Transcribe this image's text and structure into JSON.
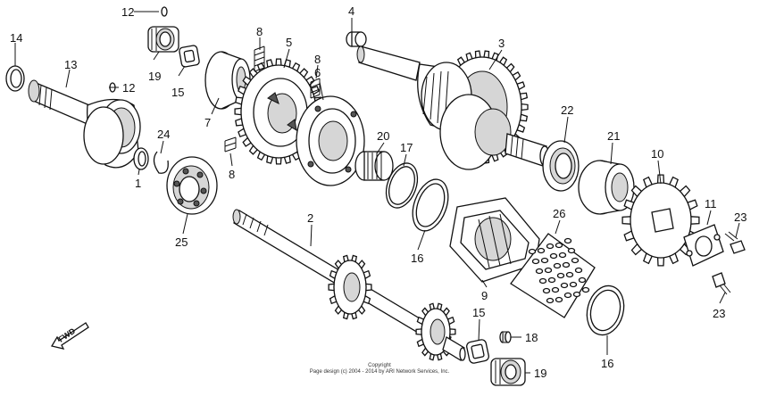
{
  "callouts": {
    "p1": "1",
    "p2": "2",
    "p3": "3",
    "p4": "4",
    "p5": "5",
    "p6": "6",
    "p7": "7",
    "p8a": "8",
    "p8b": "8",
    "p8c": "8",
    "p9": "9",
    "p10": "10",
    "p11": "11",
    "p12a": "12",
    "p12b": "12",
    "p13": "13",
    "p14": "14",
    "p15a": "15",
    "p15b": "15",
    "p16a": "16",
    "p16b": "16",
    "p17": "17",
    "p18": "18",
    "p19a": "19",
    "p19b": "19",
    "p20": "20",
    "p21": "21",
    "p22": "22",
    "p23a": "23",
    "p23b": "23",
    "p24": "24",
    "p25": "25",
    "p26": "26"
  },
  "fwd_label": "FWD",
  "copyright": {
    "line1": "Copyright",
    "line2": "Page design (c) 2004 - 2014 by ARI Network Services, Inc."
  }
}
